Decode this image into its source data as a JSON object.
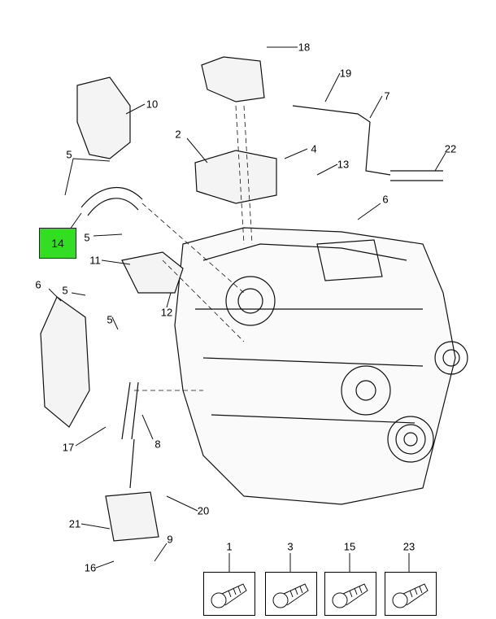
{
  "callouts": {
    "c18": "18",
    "c19": "19",
    "c10": "10",
    "c7": "7",
    "c2": "2",
    "c4": "4",
    "c22": "22",
    "c5a": "5",
    "c13": "13",
    "c6a": "6",
    "c14": "14",
    "c5b": "5",
    "c11": "11",
    "c6b": "6",
    "c5c": "5",
    "c5d": "5",
    "c12": "12",
    "c17": "17",
    "c8": "8",
    "c20": "20",
    "c21": "21",
    "c9": "9",
    "c16": "16"
  },
  "fasteners": [
    {
      "label": "1"
    },
    {
      "label": "3"
    },
    {
      "label": "15"
    },
    {
      "label": "23"
    }
  ],
  "highlight_color": "#33dd22"
}
